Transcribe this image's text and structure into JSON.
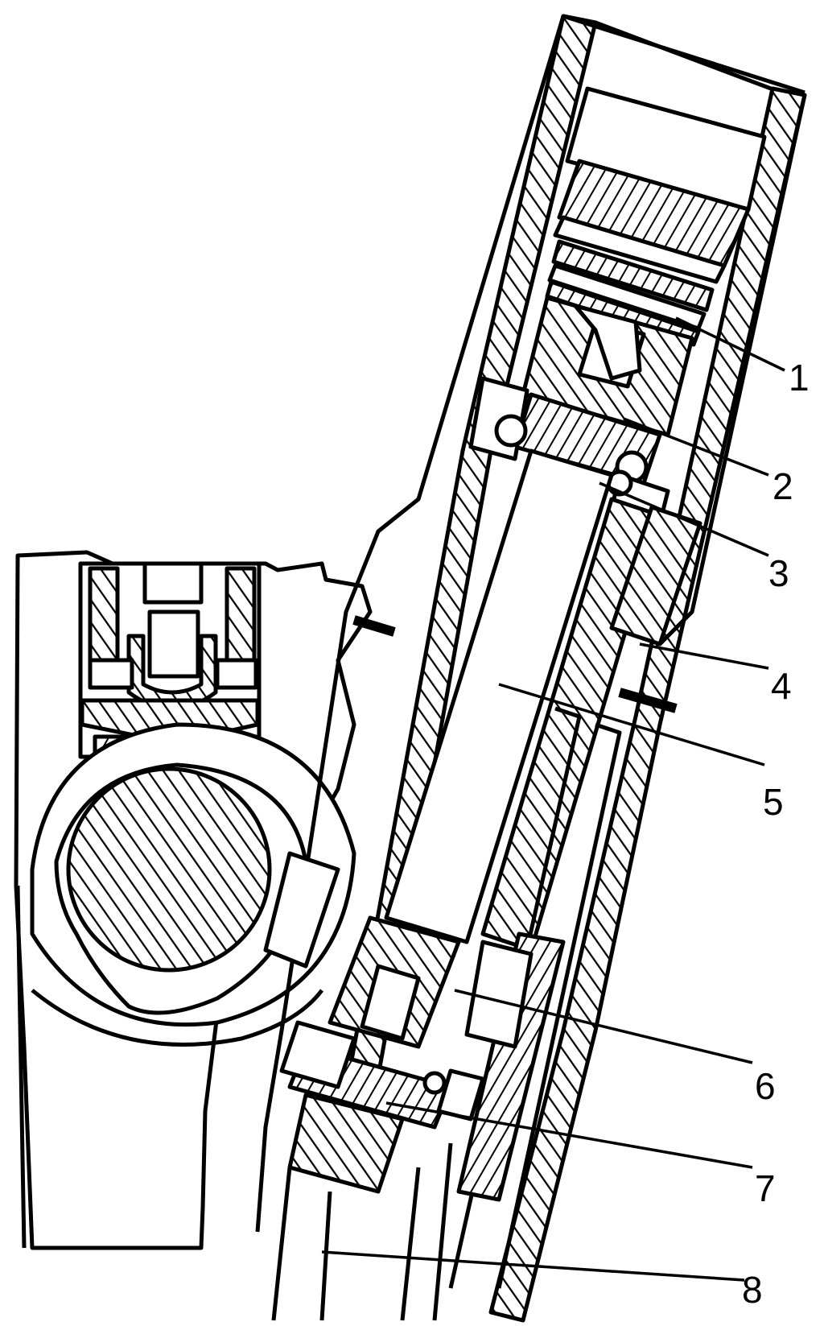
{
  "diagram": {
    "labels": [
      {
        "id": "1",
        "text": "1"
      },
      {
        "id": "2",
        "text": "2"
      },
      {
        "id": "3",
        "text": "3"
      },
      {
        "id": "4",
        "text": "4"
      },
      {
        "id": "5",
        "text": "5"
      },
      {
        "id": "6",
        "text": "6"
      },
      {
        "id": "7",
        "text": "7"
      },
      {
        "id": "8",
        "text": "8"
      }
    ]
  },
  "colors": {
    "line": "#000000",
    "background": "#ffffff"
  }
}
